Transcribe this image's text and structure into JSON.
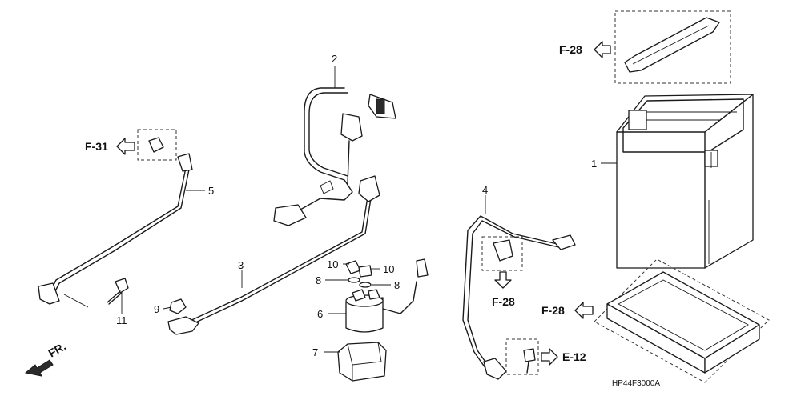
{
  "callouts": {
    "p1": "1",
    "p2": "2",
    "p3": "3",
    "p4": "4",
    "p5": "5",
    "p6": "6",
    "p7": "7",
    "p8a": "8",
    "p8b": "8",
    "p9": "9",
    "p10a": "10",
    "p10b": "10",
    "p11": "11"
  },
  "references": {
    "f28_top": "F-28",
    "f31": "F-31",
    "f28_mid": "F-28",
    "f28_right": "F-28",
    "e12": "E-12"
  },
  "direction": "FR.",
  "diagram_code": "HP44F3000A"
}
